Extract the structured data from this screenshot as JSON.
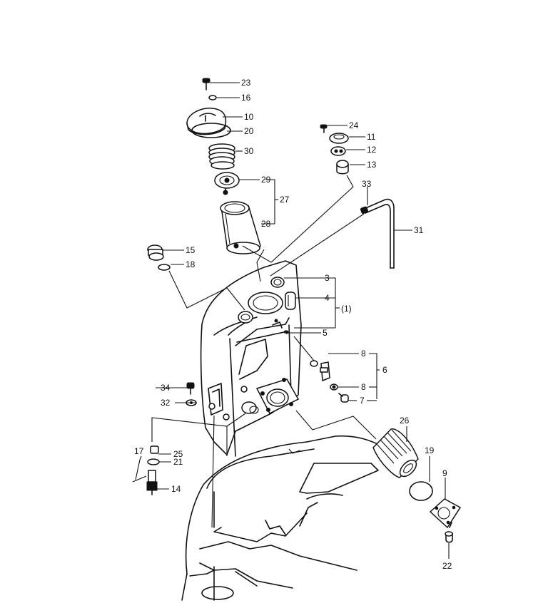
{
  "diagram": {
    "labels": {
      "p1": "(1)",
      "p3": "3",
      "p4": "4",
      "p5": "5",
      "p6": "6",
      "p7": "7",
      "p8a": "8",
      "p8b": "8",
      "p9": "9",
      "p10": "10",
      "p11": "11",
      "p12": "12",
      "p13": "13",
      "p14": "14",
      "p15": "15",
      "p16": "16",
      "p17": "17",
      "p18": "18",
      "p19": "19",
      "p20": "20",
      "p21": "21",
      "p22": "22",
      "p23": "23",
      "p24": "24",
      "p25": "25",
      "p26": "26",
      "p27": "27",
      "p28": "28",
      "p29": "29",
      "p30": "30",
      "p31": "31",
      "p32": "32",
      "p33": "33",
      "p34": "34"
    }
  }
}
